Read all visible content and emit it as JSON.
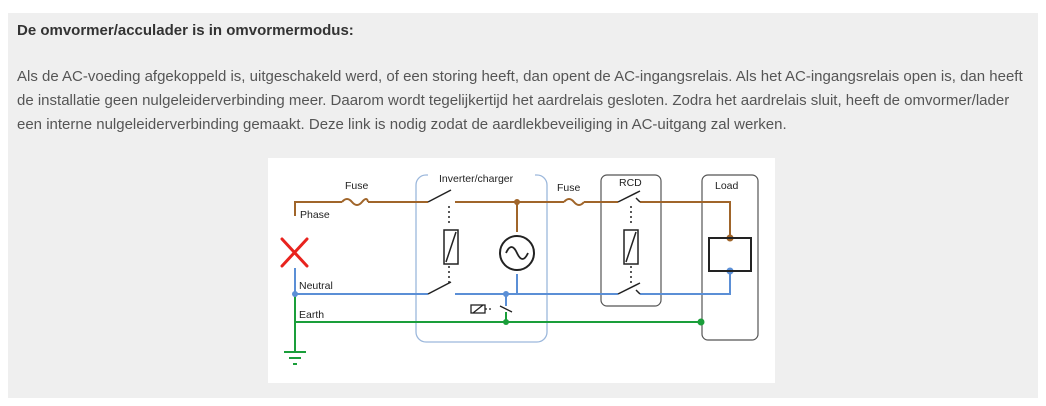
{
  "section": {
    "heading": "De omvormer/acculader is in omvormermodus:",
    "paragraph": "Als de AC-voeding afgekoppeld is, uitgeschakeld werd, of een storing heeft, dan opent de AC-ingangsrelais. Als het AC-ingangsrelais open is, dan heeft de installatie geen nulgeleiderverbinding meer. Daarom wordt tegelijkertijd het aardrelais gesloten. Zodra het aardrelais sluit, heeft de omvormer/lader een interne nulgeleiderverbinding gemaakt. Deze link is nodig zodat de aardlekbeveiliging in AC-uitgang zal werken."
  },
  "diagram": {
    "labels": {
      "fuse_left": "Fuse",
      "inverter": "Inverter/charger",
      "fuse_right": "Fuse",
      "rcd": "RCD",
      "load": "Load",
      "phase": "Phase",
      "neutral": "Neutral",
      "earth": "Earth"
    },
    "colors": {
      "phase": "#a0652a",
      "neutral": "#5b8fd6",
      "earth": "#1a9e3a",
      "disconnect_x": "#e8231e",
      "box_outline": "#9cb8dc"
    },
    "icons": [
      "disconnect-x-icon",
      "ac-source-icon",
      "ground-icon"
    ]
  }
}
